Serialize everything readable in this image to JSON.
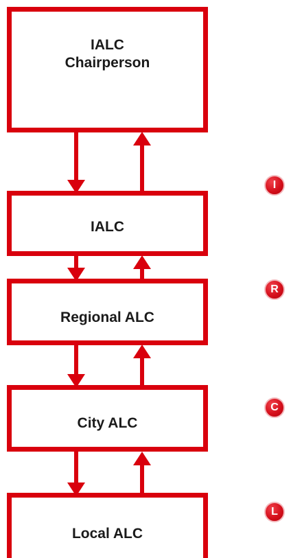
{
  "colors": {
    "accent": "#d9000d",
    "text": "#1a1a1a",
    "background": "#ffffff"
  },
  "boxes": [
    {
      "id": "chairperson",
      "lines": [
        "IALC",
        "Chairperson"
      ]
    },
    {
      "id": "ialc",
      "lines": [
        "IALC"
      ]
    },
    {
      "id": "regional",
      "lines": [
        "Regional ALC"
      ]
    },
    {
      "id": "city",
      "lines": [
        "City ALC"
      ]
    },
    {
      "id": "local",
      "lines": [
        "Local ALC"
      ]
    }
  ],
  "badges": [
    "I",
    "R",
    "C",
    "L"
  ]
}
